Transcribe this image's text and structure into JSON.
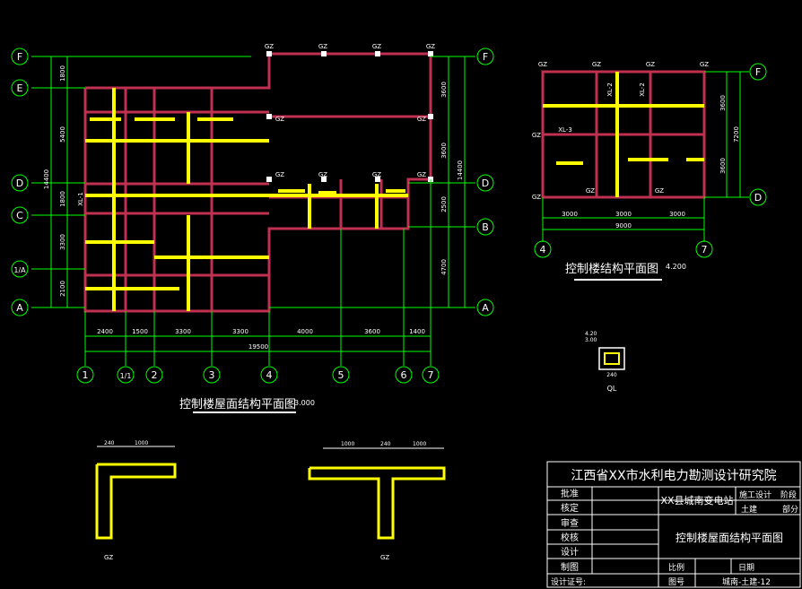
{
  "plan_main": {
    "title": "控制楼屋面结构平面图",
    "elevation": "3.000",
    "grid_cols": [
      "1",
      "1/1",
      "2",
      "3",
      "4",
      "5",
      "6",
      "7"
    ],
    "grid_rows": [
      "F",
      "E",
      "D",
      "C",
      "B",
      "1/A",
      "A"
    ],
    "dims_bottom": [
      "2400",
      "1500",
      "3300",
      "3300",
      "4000",
      "3600",
      "1400"
    ],
    "dim_total_bottom": "19500",
    "dims_left": [
      "1800",
      "5400",
      "1800",
      "3300",
      "2100"
    ],
    "dim_total_left": "14400",
    "dims_right": [
      "3600",
      "3600",
      "2500",
      "4700"
    ],
    "dim_total_right": "14400",
    "gz_label": "GZ",
    "beam_label": "XL-1"
  },
  "plan_small": {
    "title": "控制楼结构平面图",
    "elevation": "4.200",
    "grid_cols": [
      "4",
      "7"
    ],
    "grid_rows": [
      "F",
      "D"
    ],
    "dims_bottom": [
      "3000",
      "3000",
      "3000"
    ],
    "dim_total_bottom": "9000",
    "dims_right": [
      "3600",
      "3600"
    ],
    "dim_total_right": "7200",
    "beam_labels": [
      "XL-2",
      "XL-3",
      "XL-2"
    ],
    "gz_label": "GZ"
  },
  "column_detail": {
    "elev_top": "4.20",
    "elev_bottom": "3.00",
    "width": "240",
    "label": "QL"
  },
  "section_details": [
    {
      "dims": [
        "240",
        "1000"
      ],
      "label": "GZ"
    },
    {
      "dims": [
        "1000",
        "240",
        "1000"
      ],
      "label": "GZ"
    }
  ],
  "title_block": {
    "institute": "江西省XX市水利电力勘测设计研究院",
    "rows": [
      "批准",
      "核定",
      "审查",
      "校核",
      "设计",
      "制图",
      "设计证号:"
    ],
    "project": "XX县城南变电站",
    "phase_label": "施工设计",
    "phase_label2": "阶段",
    "discipline": "土建",
    "part": "部分",
    "drawing_title": "控制楼屋面结构平面图",
    "scale_label": "比例",
    "date_label": "日期",
    "drawing_no_label": "图号",
    "drawing_no": "城南-土建-12"
  },
  "colors": {
    "background": "#000000",
    "grid": "#00ff00",
    "beam": "#ffff00",
    "wall": "#c03050",
    "text": "#ffffff",
    "dim": "#00ff00"
  }
}
